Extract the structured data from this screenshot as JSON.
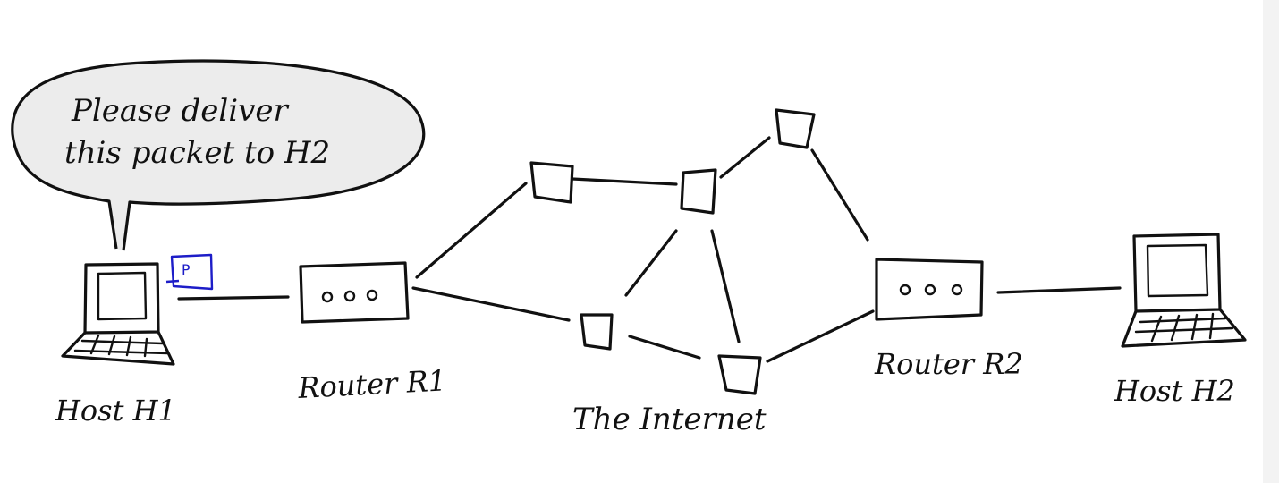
{
  "speech_bubble": {
    "line1": "Please deliver",
    "line2": "this packet to H2"
  },
  "packet_label": "P",
  "nodes": {
    "host_h1": "Host H1",
    "router_r1": "Router R1",
    "internet": "The Internet",
    "router_r2": "Router R2",
    "host_h2": "Host H2"
  }
}
